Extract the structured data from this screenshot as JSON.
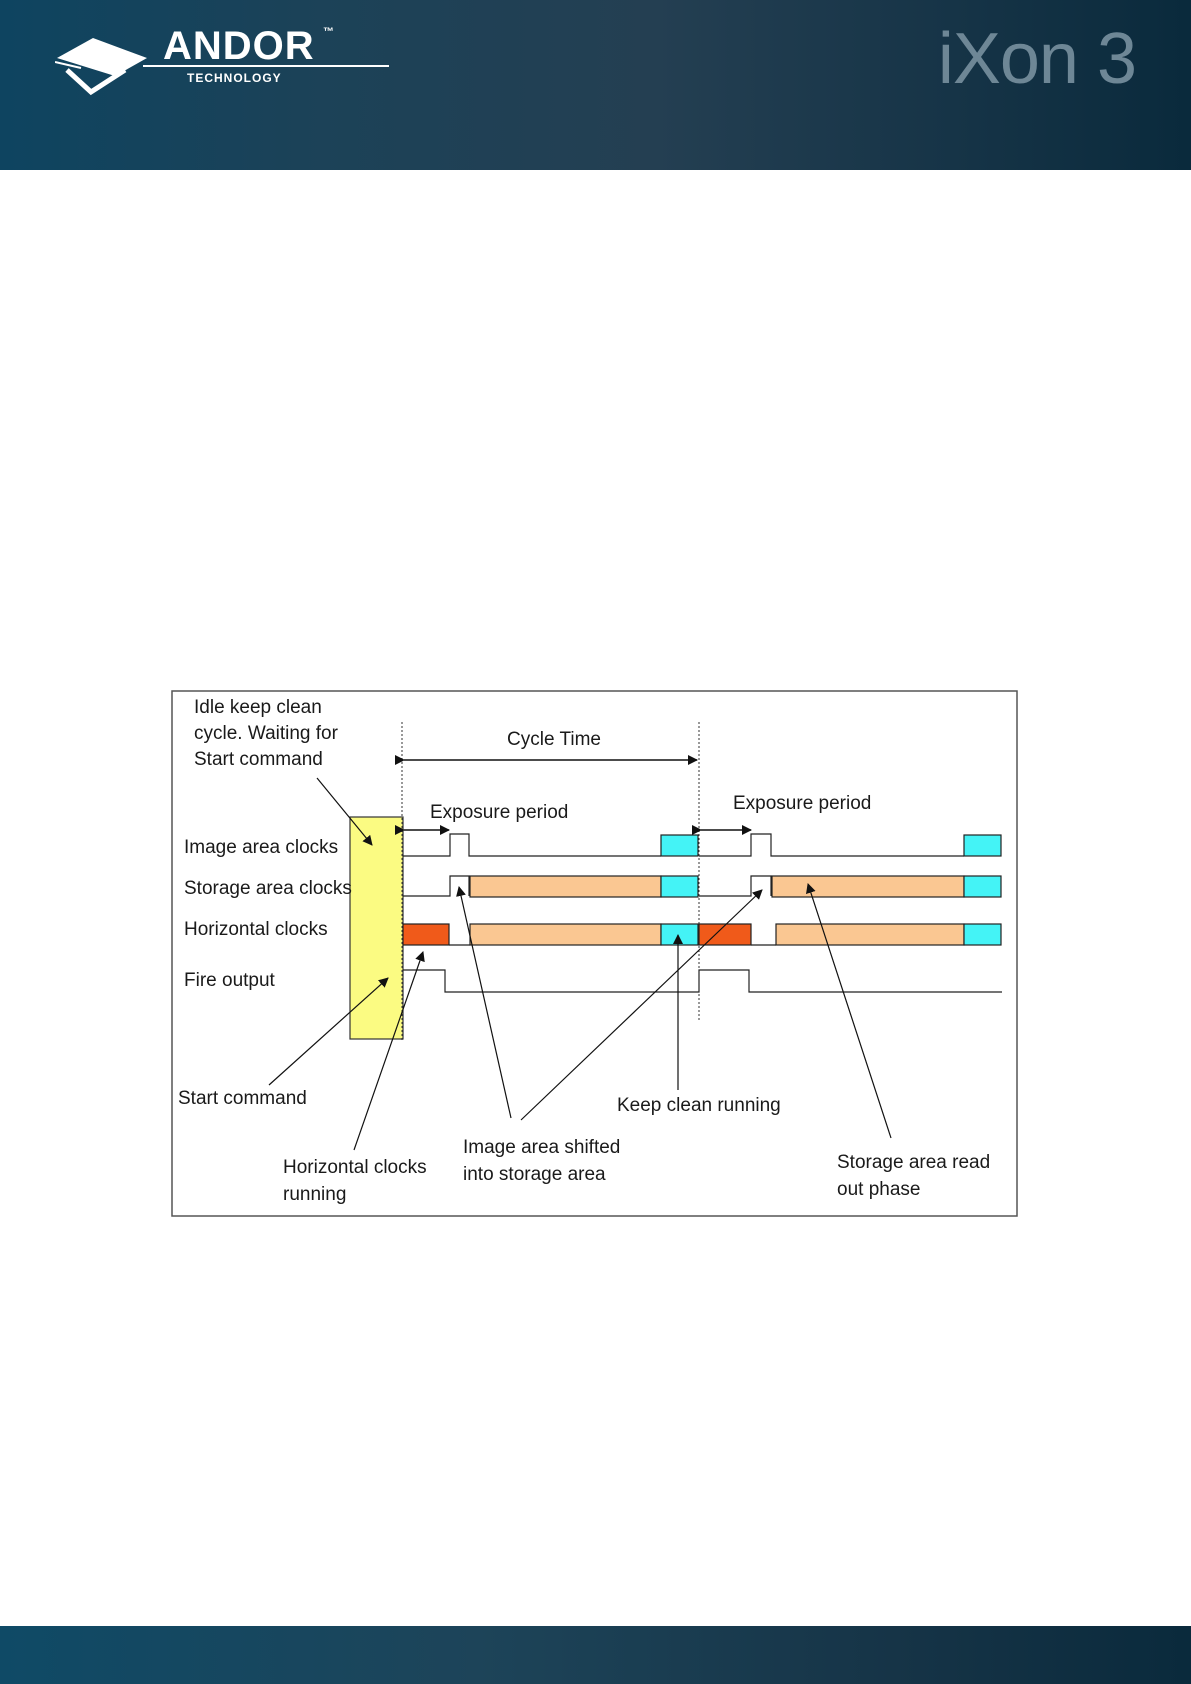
{
  "header": {
    "brand": "ANDOR",
    "brand_tm": "™",
    "brand_sub": "TECHNOLOGY",
    "product": "iXon 3",
    "colors": {
      "header_dark": "#0a2a3c",
      "header_mid": "#243f52",
      "product_text": "#6e8796"
    }
  },
  "diagram": {
    "annotations": {
      "idle_line1": "Idle keep clean",
      "idle_line2": "cycle. Waiting for",
      "idle_line3": "Start command",
      "cycle_time": "Cycle Time",
      "exposure1": "Exposure period",
      "exposure2": "Exposure period",
      "start_command": "Start command",
      "horizontal_running_line1": "Horizontal clocks",
      "horizontal_running_line2": "running",
      "image_shifted_line1": "Image area shifted",
      "image_shifted_line2": "into storage area",
      "keep_clean_running": "Keep clean running",
      "storage_readout_line1": "Storage area read",
      "storage_readout_line2": "out phase"
    },
    "rows": {
      "image_area": "Image area clocks",
      "storage_area": "Storage area clocks",
      "horizontal": "Horizontal clocks",
      "fire": "Fire output"
    },
    "colors": {
      "start_box": "#fbfb82",
      "keep_clean": "#44f3f6",
      "readout": "#fac792",
      "horizontal_running": "#f05a1a"
    }
  }
}
